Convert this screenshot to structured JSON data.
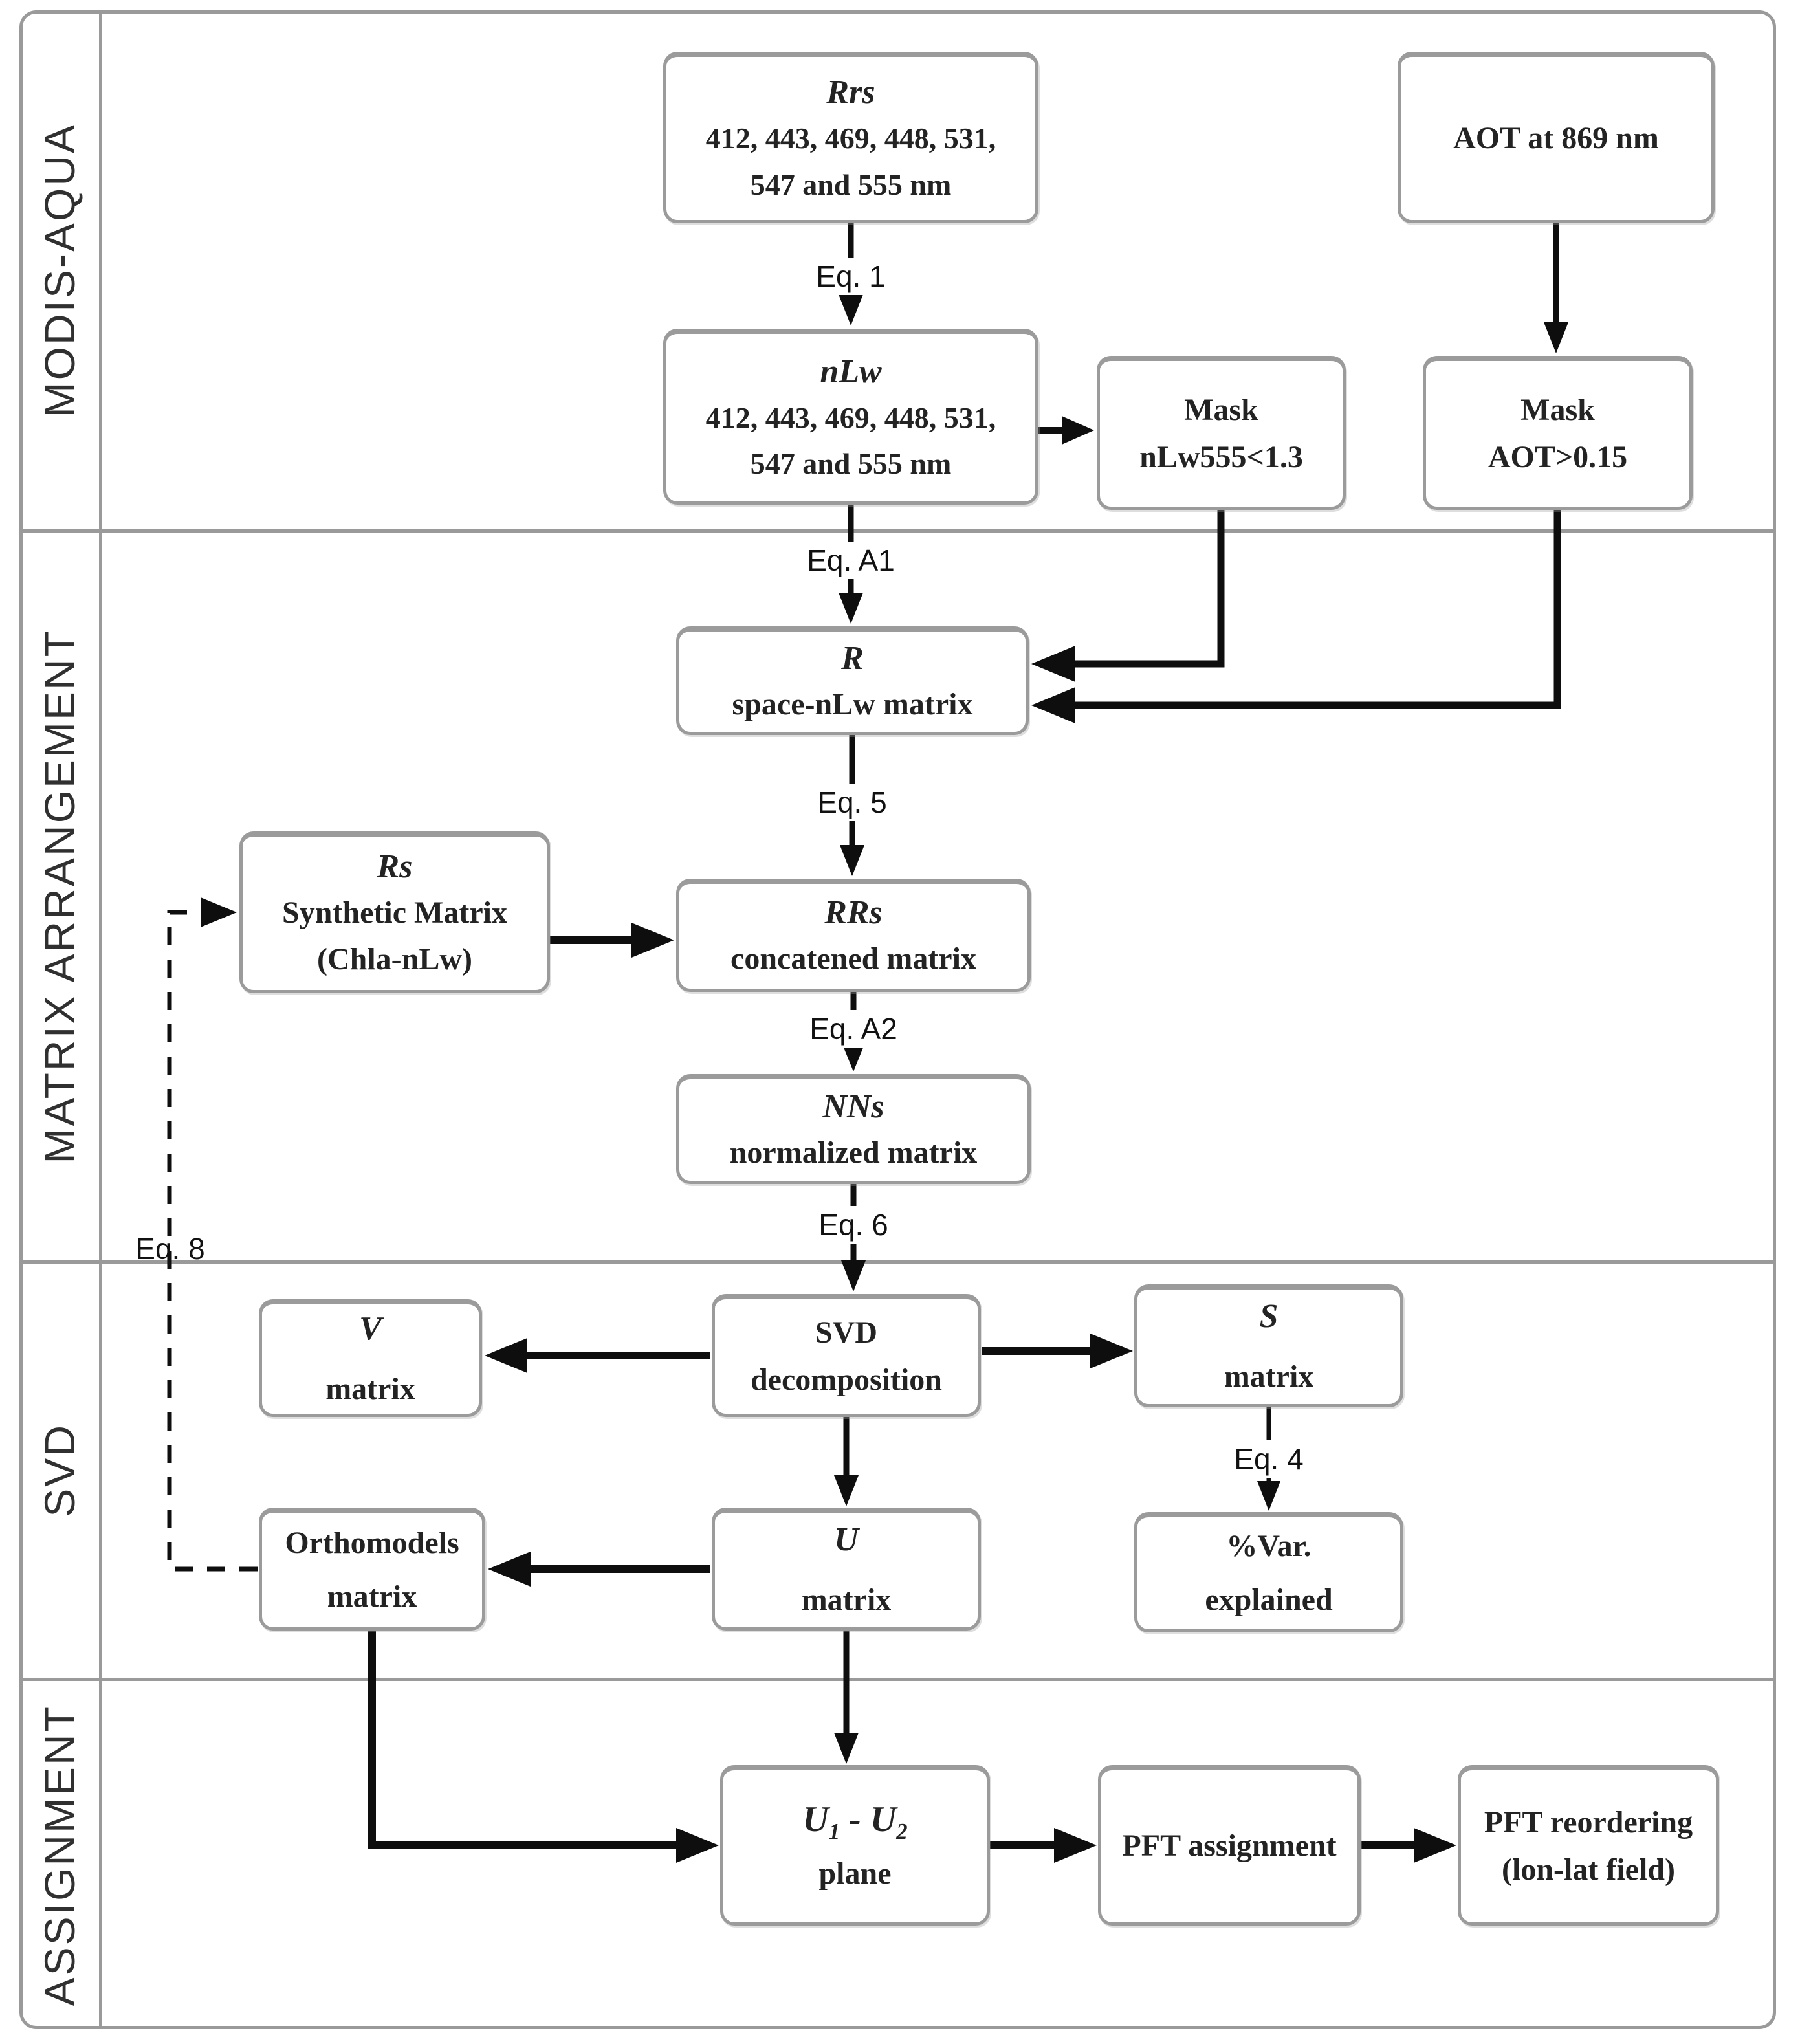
{
  "sidebar": {
    "sections": [
      {
        "label": "MODIS-AQUA"
      },
      {
        "label": "MATRIX ARRANGEMENT"
      },
      {
        "label": "SVD"
      },
      {
        "label": "ASSIGNMENT"
      }
    ]
  },
  "nodes": {
    "rrs": {
      "title": "Rrs",
      "line2": "412, 443, 469, 448, 531,",
      "line3": "547 and 555 nm"
    },
    "aot": {
      "title": "AOT at 869 nm"
    },
    "nlw": {
      "title": "nLw",
      "line2": "412, 443, 469, 448, 531,",
      "line3": "547 and 555 nm"
    },
    "mask_nlw": {
      "line1": "Mask",
      "line2": "nLw555<1.3"
    },
    "mask_aot": {
      "line1": "Mask",
      "line2": "AOT>0.15"
    },
    "r": {
      "title": "R",
      "line2": "space-nLw matrix"
    },
    "rs": {
      "title": "Rs",
      "line2": "Synthetic Matrix",
      "line3": "(Chla-nLw)"
    },
    "rrs_concat": {
      "title": "RRs",
      "line2": "concatened matrix"
    },
    "nns": {
      "title": "NNs",
      "line2": "normalized matrix"
    },
    "svd": {
      "line1": "SVD",
      "line2": "decomposition"
    },
    "v": {
      "title": "V",
      "line2": "matrix"
    },
    "s": {
      "title": "S",
      "line2": "matrix"
    },
    "ortho": {
      "line1": "Orthomodels",
      "line2": "matrix"
    },
    "u": {
      "title": "U",
      "line2": "matrix"
    },
    "var": {
      "line1": "%Var.",
      "line2": "explained"
    },
    "u1u2": {
      "sym1": "U",
      "sub1": "1",
      "sep": "-",
      "sym2": "U",
      "sub2": "2",
      "line2": "plane"
    },
    "pft": {
      "line1": "PFT assignment"
    },
    "pftr": {
      "line1": "PFT reordering",
      "line2": "(lon-lat field)"
    }
  },
  "edge_labels": {
    "eq1": "Eq. 1",
    "eqA1": "Eq. A1",
    "eq5": "Eq. 5",
    "eqA2": "Eq. A2",
    "eq6": "Eq. 6",
    "eq4": "Eq. 4",
    "eq8": "Eq. 8"
  },
  "colors": {
    "frame": "#9a9a9a",
    "box_border": "#9b9b9b",
    "text": "#232323",
    "arrow": "#0e0e0e",
    "label_text": "#111111",
    "background": "#ffffff",
    "sidebar_text": "#303030"
  }
}
